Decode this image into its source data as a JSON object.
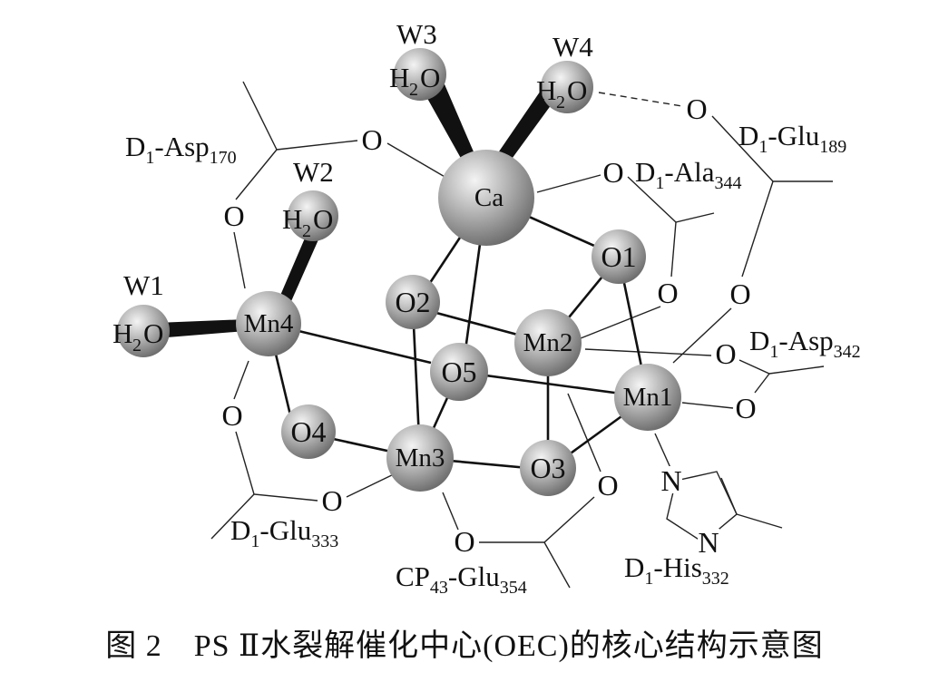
{
  "caption": "图 2　PS Ⅱ水裂解催化中心(OEC)的核心结构示意图",
  "metal_atoms": [
    {
      "id": "ca",
      "label": "Ca"
    },
    {
      "id": "mn4",
      "label": "Mn4"
    },
    {
      "id": "mn2",
      "label": "Mn2"
    },
    {
      "id": "mn1",
      "label": "Mn1"
    },
    {
      "id": "mn3",
      "label": "Mn3"
    }
  ],
  "oxo_atoms": [
    {
      "id": "o1",
      "label": "O1"
    },
    {
      "id": "o2",
      "label": "O2"
    },
    {
      "id": "o3",
      "label": "O3"
    },
    {
      "id": "o4",
      "label": "O4"
    },
    {
      "id": "o5",
      "label": "O5"
    }
  ],
  "waters": [
    {
      "id": "w1",
      "name": "W1",
      "formula_main": "H",
      "formula_sub": "2",
      "formula_tail": "O"
    },
    {
      "id": "w2",
      "name": "W2",
      "formula_main": "H",
      "formula_sub": "2",
      "formula_tail": "O"
    },
    {
      "id": "w3",
      "name": "W3",
      "formula_main": "H",
      "formula_sub": "2",
      "formula_tail": "O"
    },
    {
      "id": "w4",
      "name": "W4",
      "formula_main": "H",
      "formula_sub": "2",
      "formula_tail": "O"
    }
  ],
  "ligand_oxygen_label": "O",
  "histidine_nitrogen_label": "N",
  "residues": [
    {
      "id": "asp170",
      "prefix": "D",
      "prefix_sub": "1",
      "name": "-Asp",
      "number": "170"
    },
    {
      "id": "glu189",
      "prefix": "D",
      "prefix_sub": "1",
      "name": "-Glu",
      "number": "189"
    },
    {
      "id": "ala344",
      "prefix": "D",
      "prefix_sub": "1",
      "name": "-Ala",
      "number": "344"
    },
    {
      "id": "asp342",
      "prefix": "D",
      "prefix_sub": "1",
      "name": "-Asp",
      "number": "342"
    },
    {
      "id": "glu333",
      "prefix": "D",
      "prefix_sub": "1",
      "name": "-Glu",
      "number": "333"
    },
    {
      "id": "glu354",
      "prefix": "CP",
      "prefix_sub": "43",
      "name": "-Glu",
      "number": "354"
    },
    {
      "id": "his332",
      "prefix": "D",
      "prefix_sub": "1",
      "name": "-His",
      "number": "332"
    }
  ]
}
